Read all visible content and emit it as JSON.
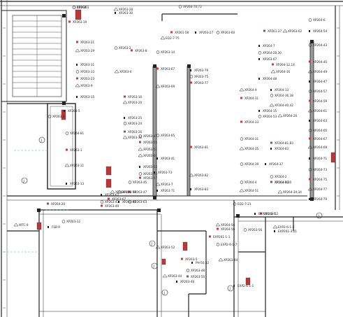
{
  "plan": {
    "device_labels": [
      "XP264",
      "XP263-19",
      "XP263-28",
      "XP263-30",
      "XP264-70,72",
      "XP261-58",
      "EQ2-7-75",
      "XP263-27",
      "XP263-60",
      "XP261-27",
      "XP263-62",
      "XP264-54",
      "XP264-43",
      "XP263-21",
      "XP263-29",
      "XP263-31",
      "XP263-33",
      "XP263-23",
      "XP263-9",
      "XP263-15",
      "XP263-2",
      "XP263-8",
      "XP263-6",
      "XP264-7",
      "XP264-28,30",
      "XP264-12,14",
      "XP264-16",
      "XP264-48",
      "XP263-14",
      "XP263-67",
      "XP263-69",
      "XP263-79",
      "XP263-75",
      "XP263-77",
      "XP264-9",
      "XP264-13",
      "XP264-36,38",
      "XP264-11",
      "XP264-40,42",
      "XP264-15",
      "XP264-53",
      "XP264-33",
      "XP264-26",
      "XP263-5",
      "XP263-3",
      "XP263-16",
      "XP263-20",
      "XP263-25",
      "XP263-24",
      "XP263-26",
      "XP263-32",
      "XP263-73",
      "XP264-31",
      "XP264-81,83",
      "XP264-35",
      "XP264-83",
      "XP264-4",
      "XP264-10",
      "XP264-51",
      "XP263-41",
      "XP263-45",
      "XP263-47",
      "XP263-7",
      "XP263-71",
      "XP264-2",
      "XP264-8,10",
      "XP264-34,34",
      "XP264-37",
      "XP264-39",
      "XP263-81",
      "XP263-82",
      "XP263-83",
      "XP263-65",
      "XP264-45",
      "XP264-49",
      "XP264-47",
      "XP264-57",
      "XP264-59",
      "XP264-61",
      "XP264-63",
      "XP264-65",
      "XP264-67",
      "XP264-69",
      "XP264-71",
      "XP264-73",
      "XP264-75",
      "XP264-77",
      "XP264-79",
      "XP264-81",
      "XP263-1",
      "XP263-11",
      "XP263-13",
      "XP263-43",
      "XP263-49",
      "XP263-51",
      "XP263-53",
      "XP263-55",
      "XP263-57",
      "XP263-59",
      "XP263-61",
      "XP263-63",
      "XP263-67",
      "XP263-61",
      "XP263-67",
      "XP263-47",
      "XP263-55",
      "XP263-61",
      "XP263-67",
      "XP264-6",
      "XP264-20",
      "WTC-9",
      "FS8-9",
      "XP263-12",
      "XP263-5",
      "XP263-44",
      "XP263-46",
      "XP263-48",
      "XP263-50",
      "XP263-52",
      "PH-50,52",
      "EQ2-7-21",
      "XP264-52",
      "XP264-56",
      "EXP261-1-1",
      "XP263-56",
      "XP264-56",
      "EXP2-6-1-3",
      "EXP261-3-21",
      "EXP2-6-1-7",
      "EXP261-1-1",
      "XP263-44",
      "EXP2-6-1-1",
      "EXP-261"
    ],
    "circuit_callouts": [
      "J",
      "J",
      "J",
      "J",
      "J",
      "J",
      "J"
    ]
  }
}
